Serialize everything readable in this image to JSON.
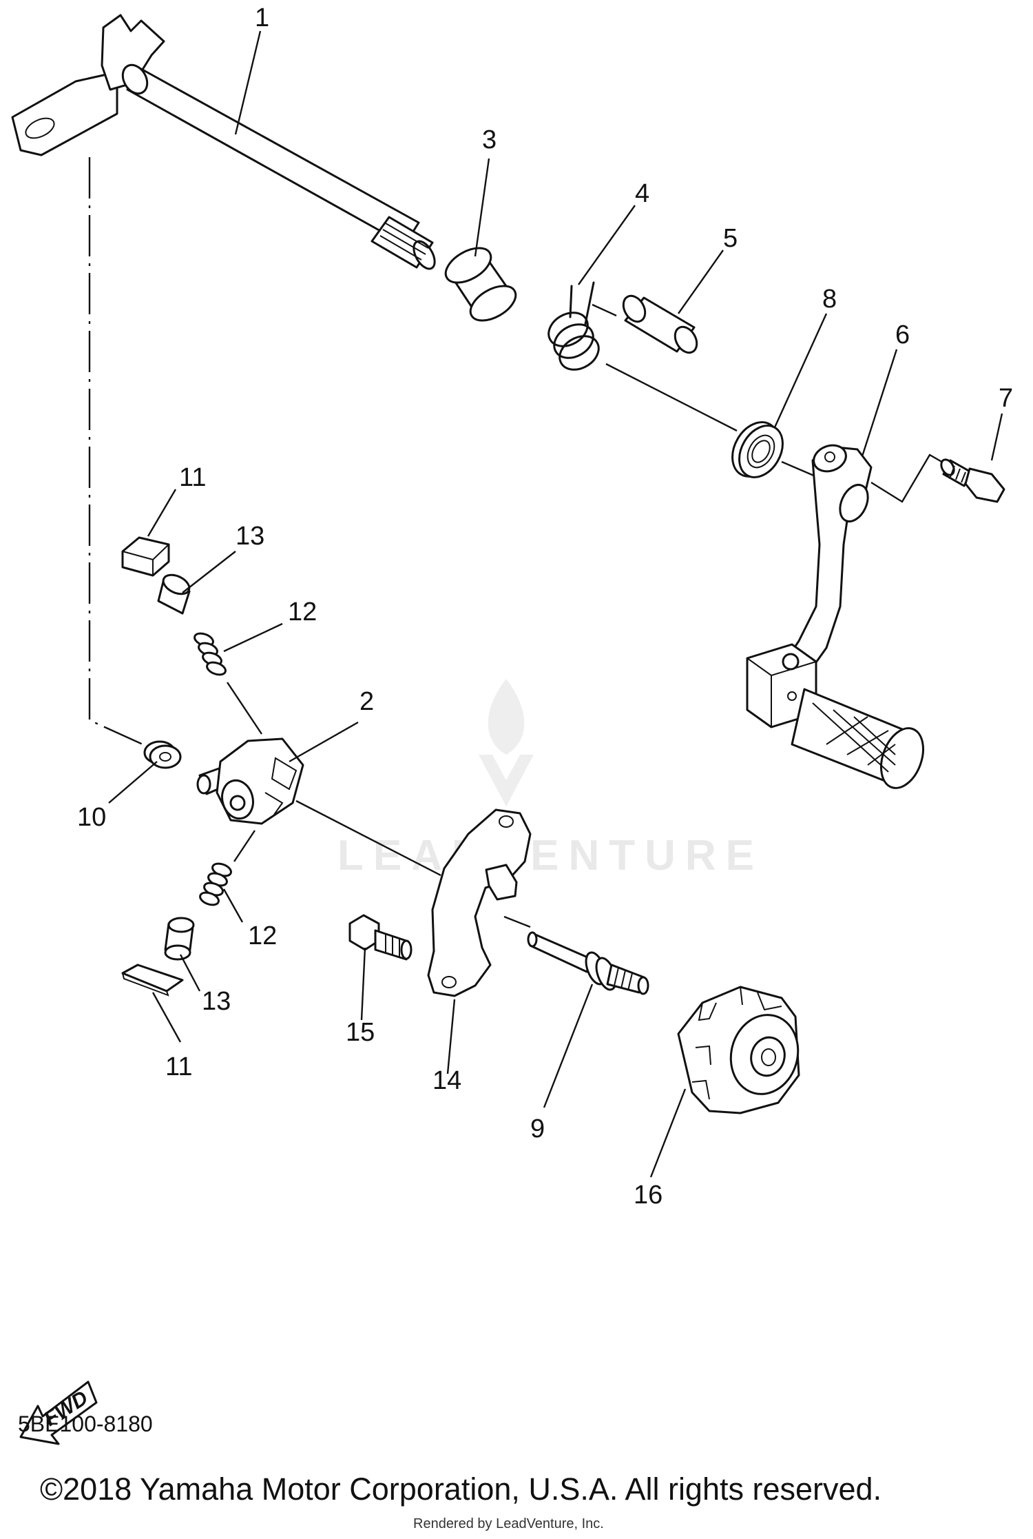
{
  "diagram": {
    "watermark": {
      "text": "LEADVENTURE"
    },
    "fwd_label": "FWD",
    "callouts": {
      "c1": "1",
      "c2": "2",
      "c3": "3",
      "c4": "4",
      "c5": "5",
      "c6": "6",
      "c7": "7",
      "c8": "8",
      "c9": "9",
      "c10": "10",
      "c11a": "11",
      "c11b": "11",
      "c12a": "12",
      "c12b": "12",
      "c13a": "13",
      "c13b": "13",
      "c14": "14",
      "c15": "15",
      "c16": "16"
    }
  },
  "footer": {
    "reference_code": "5BE100-8180",
    "copyright": "©2018 Yamaha Motor Corporation, U.S.A. All rights reserved.",
    "rendered_by": "Rendered by LeadVenture, Inc."
  }
}
